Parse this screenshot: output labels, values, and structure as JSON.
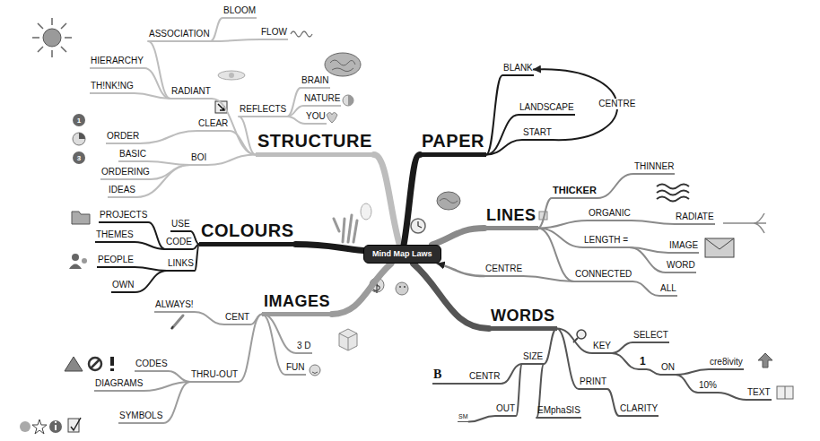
{
  "diagram": {
    "nodes": [
      {
        "text": [
          "Mind Map Laws"
        ]
      },
      {
        "text": [
          "STRUCTURE"
        ]
      },
      {
        "text": [
          "RADIANT"
        ]
      },
      {
        "text": [
          "HIERARCHY"
        ]
      },
      {
        "text": [
          "ASSOCIATION"
        ]
      },
      {
        "text": [
          "BLOOM"
        ]
      },
      {
        "text": [
          "FLOW"
        ]
      },
      {
        "text": [
          "TH!NK!NG"
        ]
      },
      {
        "text": [
          "REFLECTS"
        ]
      },
      {
        "text": [
          "BRAIN"
        ]
      },
      {
        "text": [
          "NATURE"
        ]
      },
      {
        "text": [
          "YOU"
        ]
      },
      {
        "text": [
          "CLEAR"
        ]
      },
      {
        "text": [
          "ORDER"
        ]
      },
      {
        "text": [
          "BOI"
        ]
      },
      {
        "text": [
          "BASIC"
        ]
      },
      {
        "text": [
          "ORDERING"
        ]
      },
      {
        "text": [
          "IDEAS"
        ]
      },
      {
        "text": [
          "PAPER"
        ]
      },
      {
        "text": [
          "BLANK"
        ]
      },
      {
        "text": [
          "LANDSCAPE"
        ]
      },
      {
        "text": [
          "START"
        ]
      },
      {
        "text": [
          "LINES"
        ]
      },
      {
        "text": [
          "THICKER"
        ]
      },
      {
        "text": [
          "THINNER"
        ]
      },
      {
        "text": [
          "ORGANIC"
        ]
      },
      {
        "text": [
          "RADIATE"
        ]
      },
      {
        "text": [
          "LENGTH ="
        ]
      },
      {
        "text": [
          "IMAGE"
        ]
      },
      {
        "text": [
          "WORD"
        ]
      },
      {
        "text": [
          "CONNECTED"
        ]
      },
      {
        "text": [
          "ALL"
        ]
      },
      {
        "text": [
          "CENTRE"
        ]
      },
      {
        "text": [
          "WORDS"
        ]
      },
      {
        "text": [
          "KEY"
        ]
      },
      {
        "text": [
          "SELECT"
        ]
      },
      {
        "text": [
          "1"
        ]
      },
      {
        "text": [
          "ON"
        ]
      },
      {
        "text": [
          "cre8ivity"
        ]
      },
      {
        "text": [
          "10%"
        ]
      },
      {
        "text": [
          "TEXT"
        ]
      },
      {
        "text": [
          "PRINT"
        ]
      },
      {
        "text": [
          "CLARITY"
        ]
      },
      {
        "text": [
          "SIZE"
        ]
      },
      {
        "text": [
          "CENTR"
        ]
      },
      {
        "text": [
          "B"
        ]
      },
      {
        "text": [
          "OUT"
        ]
      },
      {
        "text": [
          "SM"
        ]
      },
      {
        "text": [
          "EMphaSIS"
        ]
      },
      {
        "text": [
          "IMAGES"
        ]
      },
      {
        "text": [
          "CENT"
        ]
      },
      {
        "text": [
          "ALWAYS!"
        ]
      },
      {
        "text": [
          "THRU-OUT"
        ]
      },
      {
        "text": [
          "CODES"
        ]
      },
      {
        "text": [
          "DIAGRAMS"
        ]
      },
      {
        "text": [
          "SYMBOLS"
        ]
      },
      {
        "text": [
          "3 D"
        ]
      },
      {
        "text": [
          "FUN"
        ]
      },
      {
        "text": [
          "COLOURS"
        ]
      },
      {
        "text": [
          "USE"
        ]
      },
      {
        "text": [
          "CODE"
        ]
      },
      {
        "text": [
          "LINKS"
        ]
      },
      {
        "text": [
          "PROJECTS"
        ]
      },
      {
        "text": [
          "THEMES"
        ]
      },
      {
        "text": [
          "PEOPLE"
        ]
      },
      {
        "text": [
          "OWN"
        ]
      }
    ],
    "edges": [
      {
        "from": 0,
        "to": 1,
        "arrow": "none"
      },
      {
        "from": 1,
        "to": 2,
        "arrow": "none"
      },
      {
        "from": 2,
        "to": 3,
        "arrow": "none"
      },
      {
        "from": 2,
        "to": 4,
        "arrow": "none"
      },
      {
        "from": 4,
        "to": 5,
        "arrow": "none"
      },
      {
        "from": 4,
        "to": 6,
        "arrow": "none"
      },
      {
        "from": 2,
        "to": 7,
        "arrow": "none"
      },
      {
        "from": 1,
        "to": 8,
        "arrow": "none"
      },
      {
        "from": 8,
        "to": 9,
        "arrow": "none"
      },
      {
        "from": 8,
        "to": 10,
        "arrow": "none"
      },
      {
        "from": 8,
        "to": 11,
        "arrow": "none"
      },
      {
        "from": 1,
        "to": 12,
        "arrow": "none"
      },
      {
        "from": 12,
        "to": 13,
        "arrow": "none"
      },
      {
        "from": 1,
        "to": 14,
        "arrow": "none"
      },
      {
        "from": 14,
        "to": 15,
        "arrow": "none"
      },
      {
        "from": 14,
        "to": 16,
        "arrow": "none"
      },
      {
        "from": 14,
        "to": 17,
        "arrow": "none"
      },
      {
        "from": 0,
        "to": 18,
        "arrow": "none"
      },
      {
        "from": 18,
        "to": 19,
        "arrow": "none"
      },
      {
        "from": 18,
        "to": 20,
        "arrow": "none"
      },
      {
        "from": 18,
        "to": 21,
        "arrow": "none"
      },
      {
        "from": 21,
        "to": 19,
        "label": "CENTRE",
        "arrow": "to"
      },
      {
        "from": 0,
        "to": 22,
        "arrow": "none"
      },
      {
        "from": 22,
        "to": 23,
        "arrow": "none"
      },
      {
        "from": 23,
        "to": 24,
        "arrow": "none"
      },
      {
        "from": 22,
        "to": 25,
        "arrow": "none"
      },
      {
        "from": 25,
        "to": 26,
        "arrow": "none"
      },
      {
        "from": 22,
        "to": 27,
        "arrow": "none"
      },
      {
        "from": 27,
        "to": 28,
        "arrow": "none"
      },
      {
        "from": 27,
        "to": 29,
        "arrow": "none"
      },
      {
        "from": 22,
        "to": 30,
        "arrow": "none"
      },
      {
        "from": 30,
        "to": 31,
        "arrow": "none"
      },
      {
        "from": 30,
        "to": 32,
        "arrow": "none"
      },
      {
        "from": 32,
        "to": 0,
        "arrow": "to"
      },
      {
        "from": 0,
        "to": 33,
        "arrow": "none"
      },
      {
        "from": 33,
        "to": 34,
        "arrow": "none"
      },
      {
        "from": 34,
        "to": 35,
        "arrow": "none"
      },
      {
        "from": 34,
        "to": 36,
        "arrow": "none"
      },
      {
        "from": 36,
        "to": 37,
        "arrow": "none"
      },
      {
        "from": 37,
        "to": 38,
        "arrow": "none"
      },
      {
        "from": 37,
        "to": 39,
        "arrow": "none"
      },
      {
        "from": 39,
        "to": 40,
        "arrow": "none"
      },
      {
        "from": 33,
        "to": 41,
        "arrow": "none"
      },
      {
        "from": 41,
        "to": 42,
        "arrow": "none"
      },
      {
        "from": 33,
        "to": 43,
        "arrow": "none"
      },
      {
        "from": 43,
        "to": 44,
        "arrow": "none"
      },
      {
        "from": 44,
        "to": 45,
        "arrow": "none"
      },
      {
        "from": 43,
        "to": 46,
        "arrow": "none"
      },
      {
        "from": 46,
        "to": 47,
        "arrow": "none"
      },
      {
        "from": 43,
        "to": 48,
        "arrow": "none"
      },
      {
        "from": 0,
        "to": 49,
        "arrow": "none"
      },
      {
        "from": 49,
        "to": 50,
        "arrow": "none"
      },
      {
        "from": 50,
        "to": 51,
        "arrow": "none"
      },
      {
        "from": 49,
        "to": 52,
        "arrow": "none"
      },
      {
        "from": 52,
        "to": 53,
        "arrow": "none"
      },
      {
        "from": 52,
        "to": 54,
        "arrow": "none"
      },
      {
        "from": 52,
        "to": 55,
        "arrow": "none"
      },
      {
        "from": 49,
        "to": 56,
        "arrow": "none"
      },
      {
        "from": 49,
        "to": 57,
        "arrow": "none"
      },
      {
        "from": 0,
        "to": 58,
        "arrow": "none"
      },
      {
        "from": 58,
        "to": 59,
        "arrow": "none"
      },
      {
        "from": 58,
        "to": 60,
        "arrow": "none"
      },
      {
        "from": 60,
        "to": 62,
        "arrow": "none"
      },
      {
        "from": 60,
        "to": 63,
        "arrow": "none"
      },
      {
        "from": 58,
        "to": 61,
        "arrow": "none"
      },
      {
        "from": 61,
        "to": 64,
        "arrow": "none"
      },
      {
        "from": 61,
        "to": 65,
        "arrow": "none"
      }
    ],
    "labels": [
      "1",
      "3"
    ]
  }
}
